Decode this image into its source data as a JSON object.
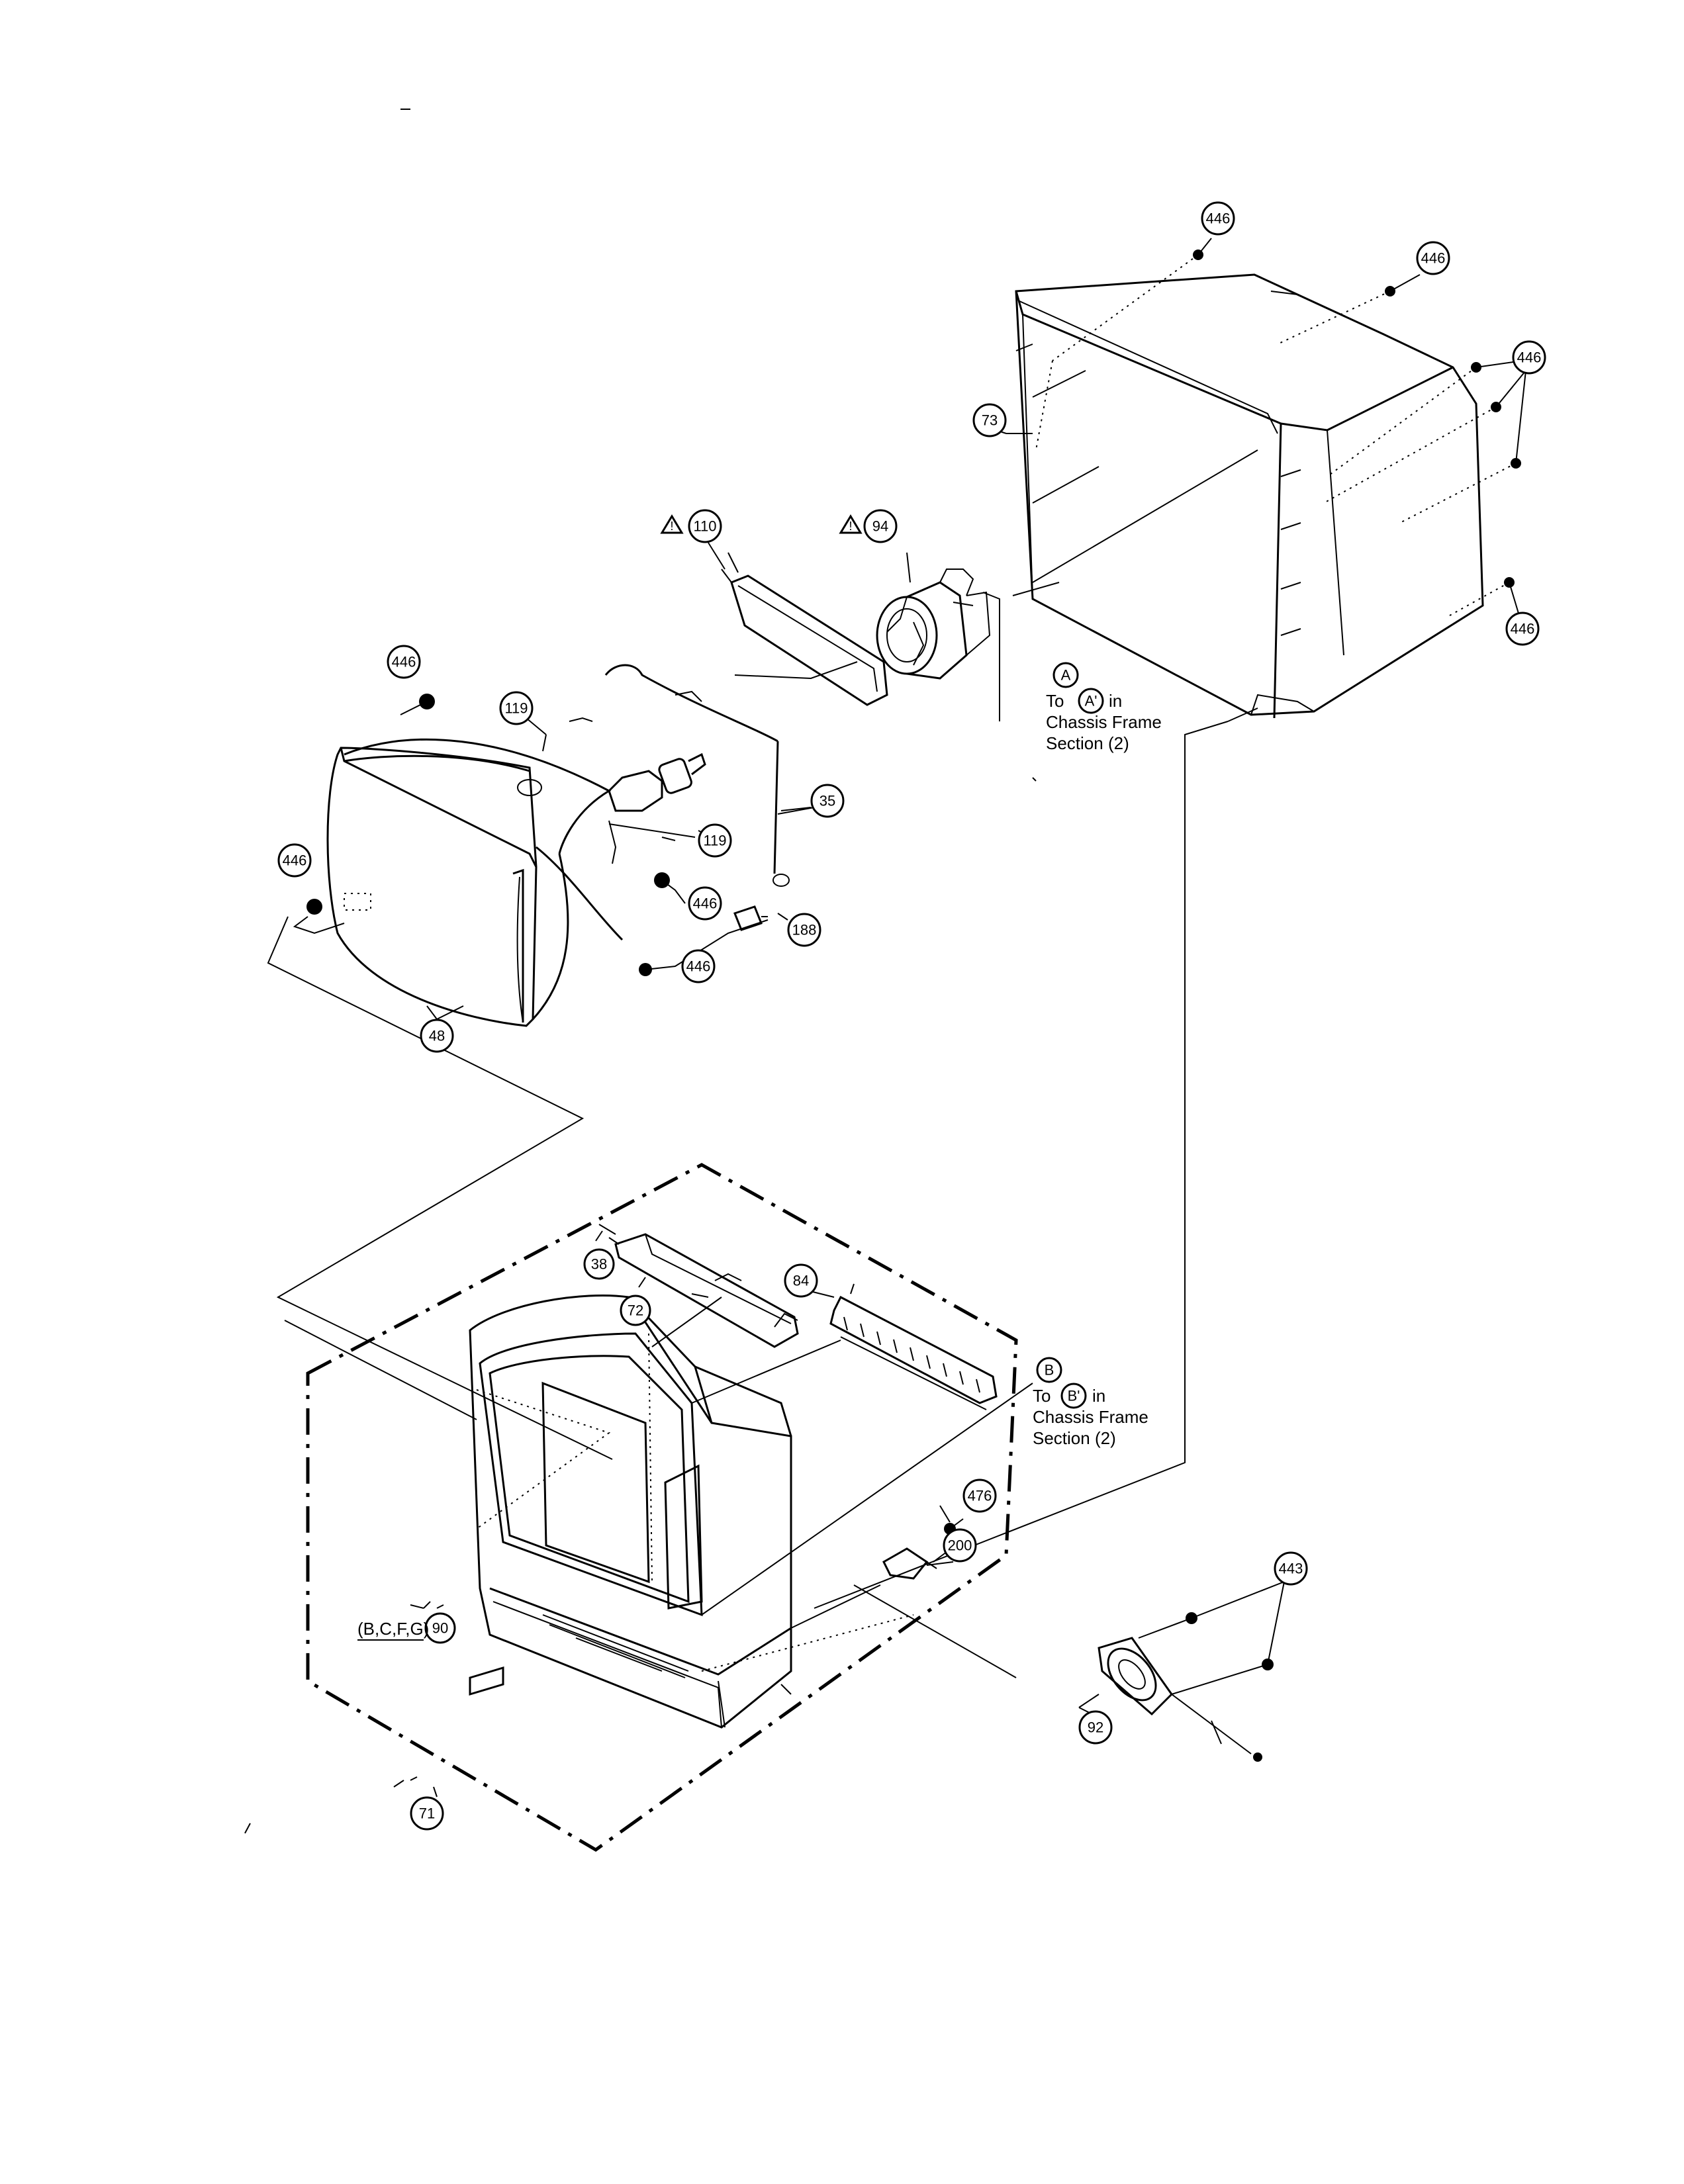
{
  "callouts": [
    {
      "id": "c446a",
      "label": "446"
    },
    {
      "id": "c446b",
      "label": "446"
    },
    {
      "id": "c446c",
      "label": "446"
    },
    {
      "id": "c446d",
      "label": "446"
    },
    {
      "id": "c446e",
      "label": "446"
    },
    {
      "id": "c446f",
      "label": "446"
    },
    {
      "id": "c446g",
      "label": "446"
    },
    {
      "id": "c446h",
      "label": "446"
    },
    {
      "id": "c73",
      "label": "73"
    },
    {
      "id": "c110",
      "label": "110"
    },
    {
      "id": "c94",
      "label": "94"
    },
    {
      "id": "c119a",
      "label": "119"
    },
    {
      "id": "c119b",
      "label": "119"
    },
    {
      "id": "c35",
      "label": "35"
    },
    {
      "id": "c188",
      "label": "188"
    },
    {
      "id": "c48",
      "label": "48"
    },
    {
      "id": "c38",
      "label": "38"
    },
    {
      "id": "c72",
      "label": "72"
    },
    {
      "id": "c84",
      "label": "84"
    },
    {
      "id": "c476",
      "label": "476"
    },
    {
      "id": "c200",
      "label": "200"
    },
    {
      "id": "c443",
      "label": "443"
    },
    {
      "id": "c92",
      "label": "92"
    },
    {
      "id": "c90",
      "label": "90"
    },
    {
      "id": "c71",
      "label": "71"
    }
  ],
  "connectors": {
    "a": {
      "letter": "A",
      "to_word": "To",
      "target": "A'",
      "line1": "in",
      "line2": "Chassis Frame",
      "line3": "Section (2)"
    },
    "b": {
      "letter": "B",
      "to_word": "To",
      "target": "B'",
      "line1": "in",
      "line2": "Chassis Frame",
      "line3": "Section (2)"
    }
  },
  "variant_label": "(B,C,F,G)"
}
